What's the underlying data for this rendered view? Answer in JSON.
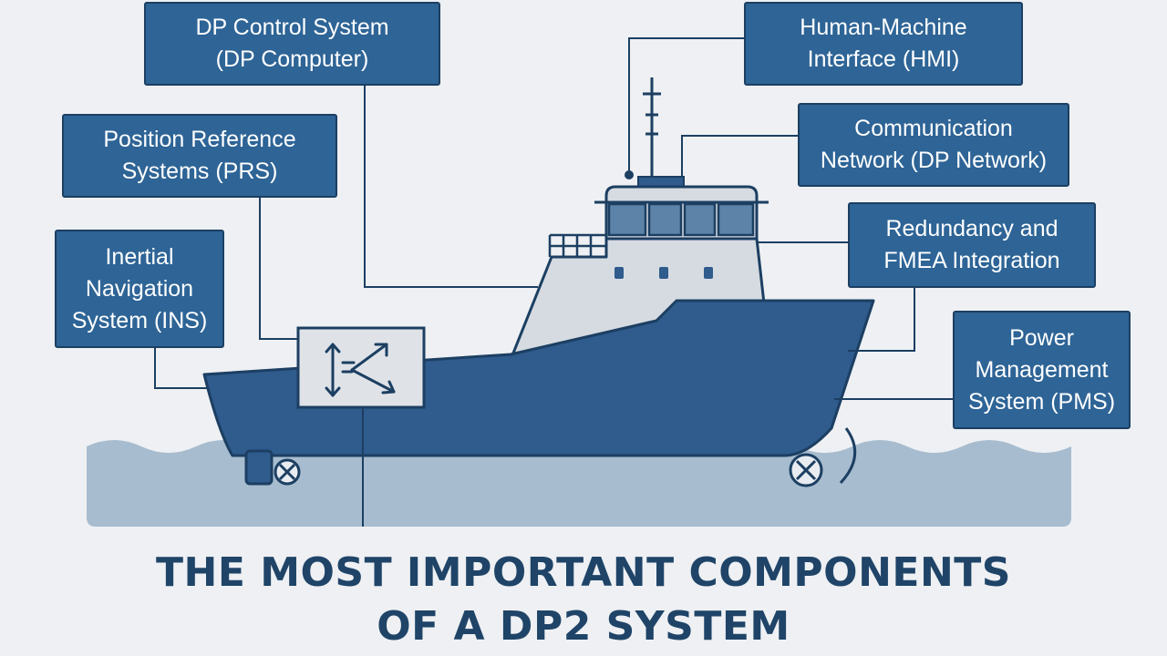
{
  "labels": {
    "dp_control": [
      "DP Control System",
      "(DP Computer)"
    ],
    "prs": [
      "Position Reference",
      "Systems (PRS)"
    ],
    "ins": [
      "Inertial",
      "Navigation",
      "System (INS)"
    ],
    "hmi": [
      "Human-Machine",
      "Interface (HMI)"
    ],
    "comm": [
      "Communication",
      "Network (DP Network)"
    ],
    "redundancy": [
      "Redundancy and",
      "FMEA Integration"
    ],
    "pms": [
      "Power",
      "Management",
      "System (PMS)"
    ]
  },
  "title": [
    "THE MOST IMPORTANT COMPONENTS",
    "OF A DP2 SYSTEM"
  ],
  "colors": {
    "background": "#eef0f3",
    "box_fill": "#2e6496",
    "hull": "#2f5b8d",
    "outline": "#1c3f62",
    "superstructure": "#d6dbe1",
    "window": "#5d83a8",
    "water": "#a7bccf",
    "title": "#1f4468"
  },
  "icons": [
    "dp-control-unit-icon",
    "thruster-icon"
  ]
}
